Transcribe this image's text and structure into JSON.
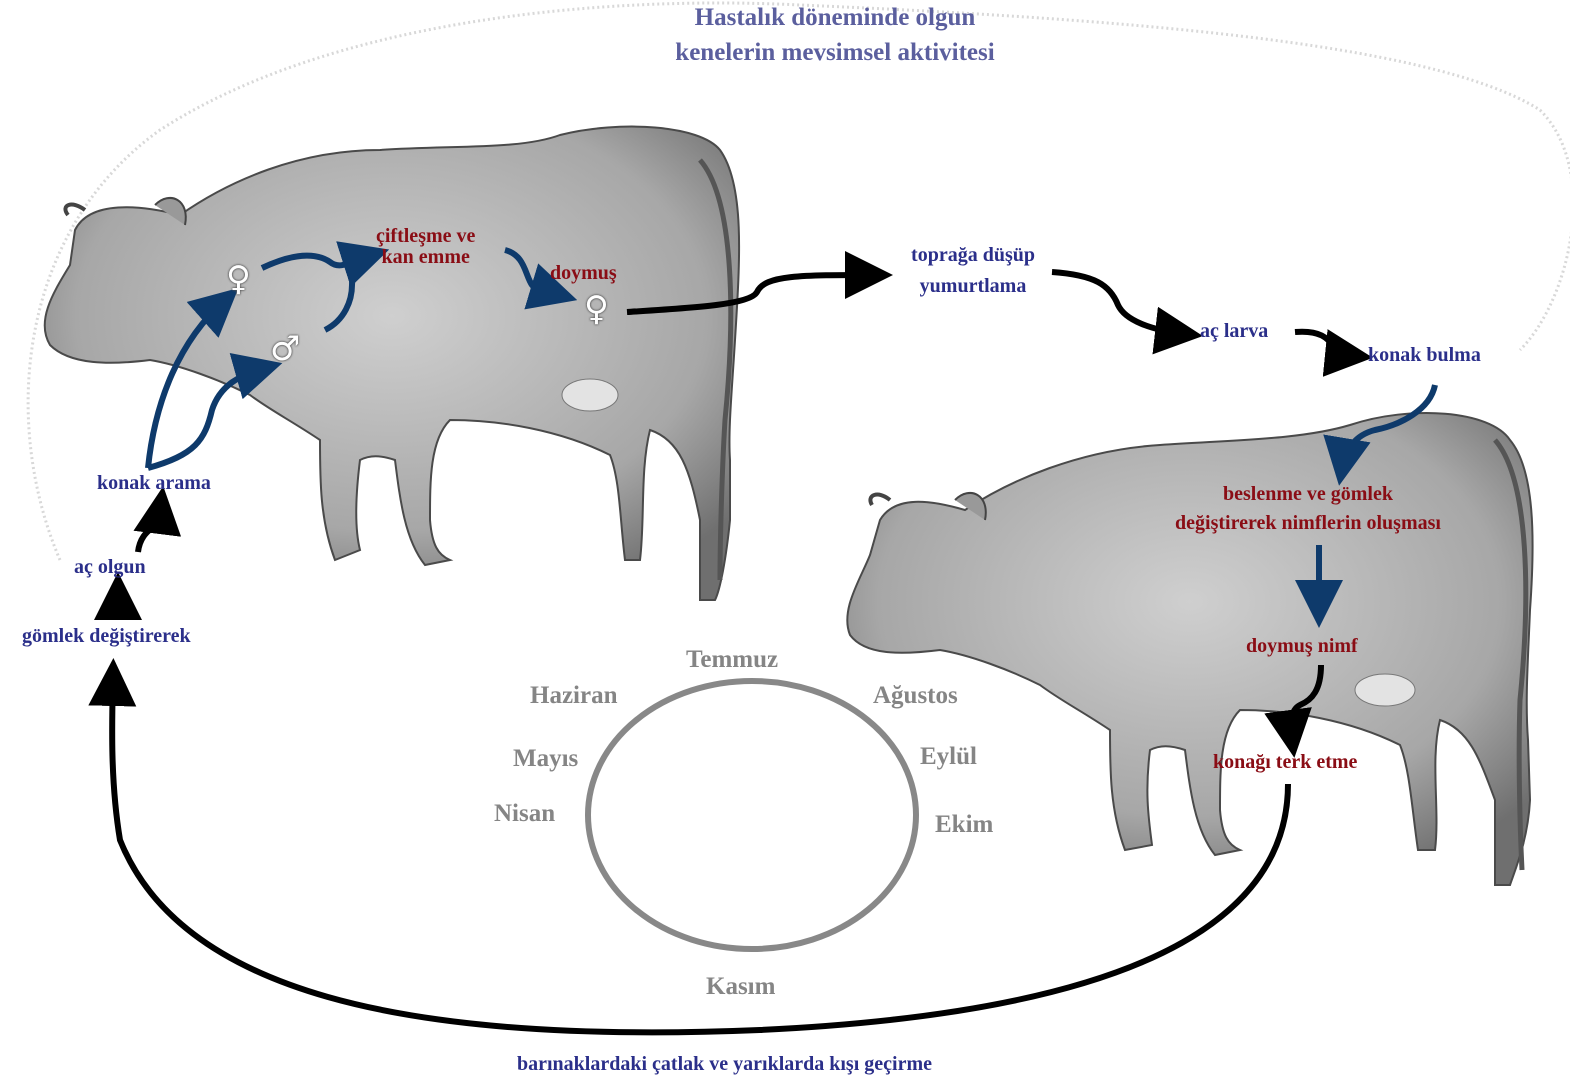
{
  "title": [
    "Hastalık döneminde olgun",
    "kenelerin mevsimsel aktivitesi"
  ],
  "labels": {
    "ciftlesme": [
      "çiftleşme ve",
      "kan emme"
    ],
    "doymus": "doymuş",
    "topraga": [
      "toprağa düşüp",
      "yumurtlama"
    ],
    "ac_larva": "aç larva",
    "konak_bulma": "konak bulma",
    "beslenme": [
      "beslenme ve gömlek",
      "değiştirerek nimflerin oluşması"
    ],
    "doymus_nimf": "doymuş nimf",
    "konagi_terk": "konağı terk etme",
    "konak_arama": "konak arama",
    "ac_olgun": "aç olgun",
    "gomlek": "gömlek değiştirerek",
    "kis": "barınaklardaki çatlak ve yarıklarda kışı geçirme"
  },
  "symbols": {
    "female": "♀",
    "male": "♂",
    "female_fed": "♀"
  },
  "months": {
    "temmuz": "Temmuz",
    "haziran": "Haziran",
    "agustos": "Ağustos",
    "mayis": "Mayıs",
    "eylul": "Eylül",
    "nisan": "Nisan",
    "ekim": "Ekim",
    "kasim": "Kasım"
  },
  "colors": {
    "blue_arrow": "#0e3a6b",
    "black_arrow": "#000000",
    "circle": "#888888"
  }
}
